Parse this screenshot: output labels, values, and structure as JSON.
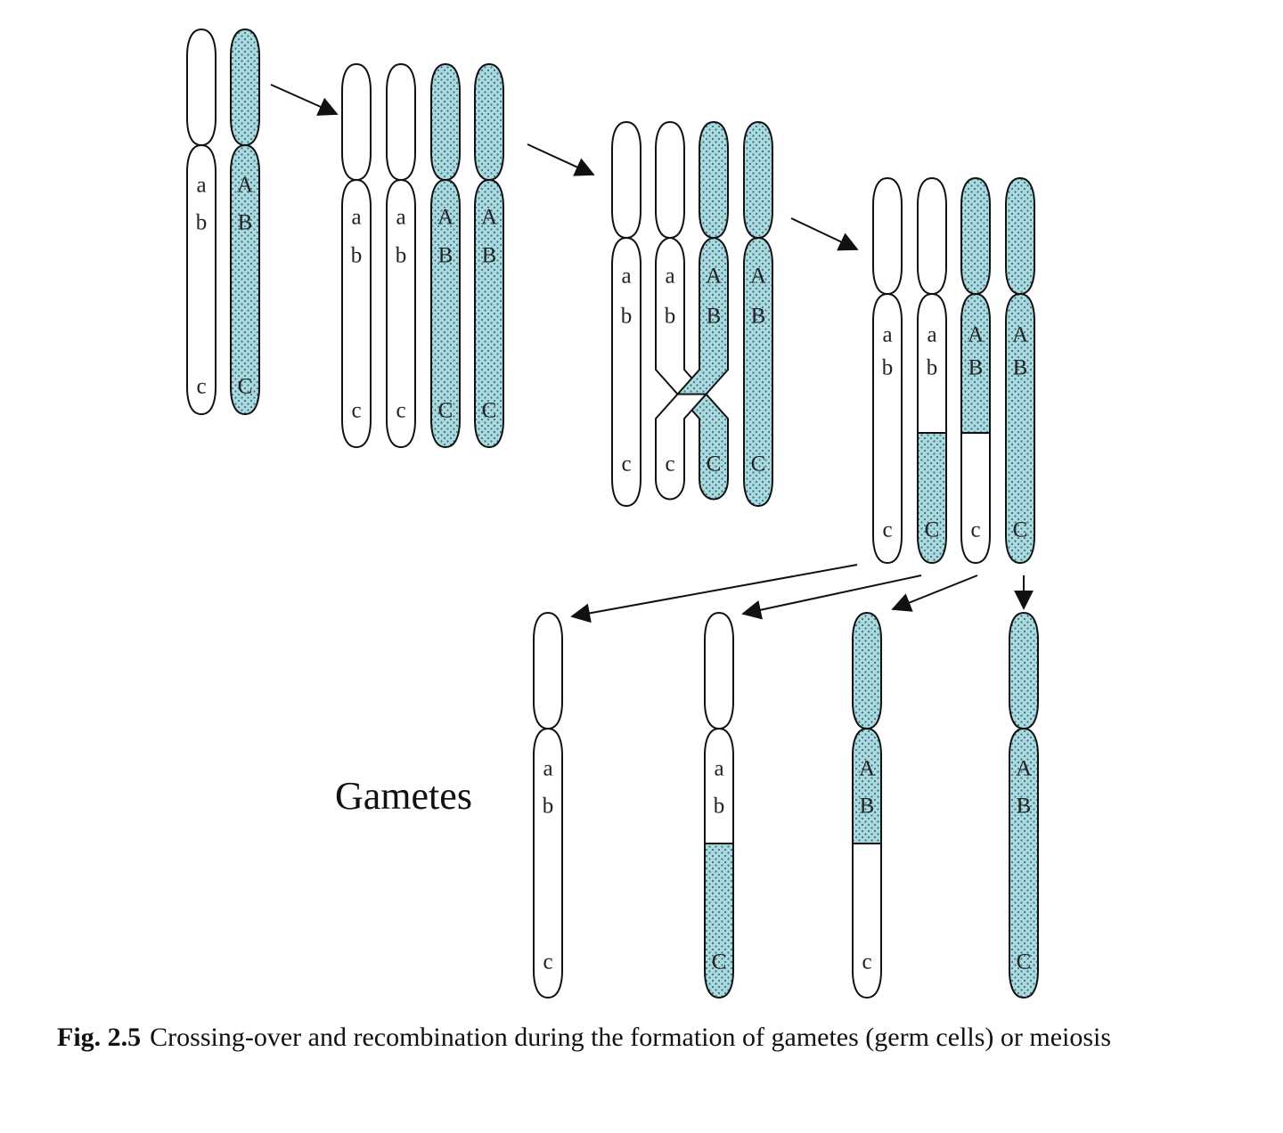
{
  "figure": {
    "caption_number": "Fig. 2.5",
    "caption_text": "Crossing-over and recombination during the formation of gametes (germ cells) or meiosis",
    "gametes_label": "Gametes",
    "colors": {
      "stipple_fill": "#a8dbe1",
      "stipple_dot": "#4a6a70",
      "outline": "#111111"
    }
  },
  "stages": [
    {
      "name": "homologous-pair",
      "chromosomes": [
        {
          "type": "plain",
          "genes": [
            "a",
            "b",
            "c"
          ]
        },
        {
          "type": "dotted",
          "genes": [
            "A",
            "B",
            "C"
          ]
        }
      ]
    },
    {
      "name": "replicated-chromatids",
      "chromosomes": [
        {
          "type": "plain",
          "genes": [
            "a",
            "b",
            "c"
          ]
        },
        {
          "type": "plain",
          "genes": [
            "a",
            "b",
            "c"
          ]
        },
        {
          "type": "dotted",
          "genes": [
            "A",
            "B",
            "C"
          ]
        },
        {
          "type": "dotted",
          "genes": [
            "A",
            "B",
            "C"
          ]
        }
      ]
    },
    {
      "name": "crossing-over",
      "chromosomes": [
        {
          "type": "plain",
          "genes": [
            "a",
            "b",
            "c"
          ]
        },
        {
          "type": "crossing",
          "genes": [
            "a",
            "b",
            "C"
          ]
        },
        {
          "type": "crossing",
          "genes": [
            "A",
            "B",
            "c"
          ]
        },
        {
          "type": "dotted",
          "genes": [
            "A",
            "B",
            "C"
          ]
        }
      ]
    },
    {
      "name": "recombined-chromatids",
      "chromosomes": [
        {
          "type": "plain",
          "genes": [
            "a",
            "b",
            "c"
          ]
        },
        {
          "type": "recombinant-plain-top",
          "genes": [
            "a",
            "b",
            "C"
          ]
        },
        {
          "type": "recombinant-dotted-top",
          "genes": [
            "A",
            "B",
            "c"
          ]
        },
        {
          "type": "dotted",
          "genes": [
            "A",
            "B",
            "C"
          ]
        }
      ]
    },
    {
      "name": "gametes",
      "chromosomes": [
        {
          "type": "plain",
          "genes": [
            "a",
            "b",
            "c"
          ]
        },
        {
          "type": "recombinant-plain-top",
          "genes": [
            "a",
            "b",
            "C"
          ]
        },
        {
          "type": "recombinant-dotted-top",
          "genes": [
            "A",
            "B",
            "c"
          ]
        },
        {
          "type": "dotted",
          "genes": [
            "A",
            "B",
            "C"
          ]
        }
      ]
    }
  ]
}
